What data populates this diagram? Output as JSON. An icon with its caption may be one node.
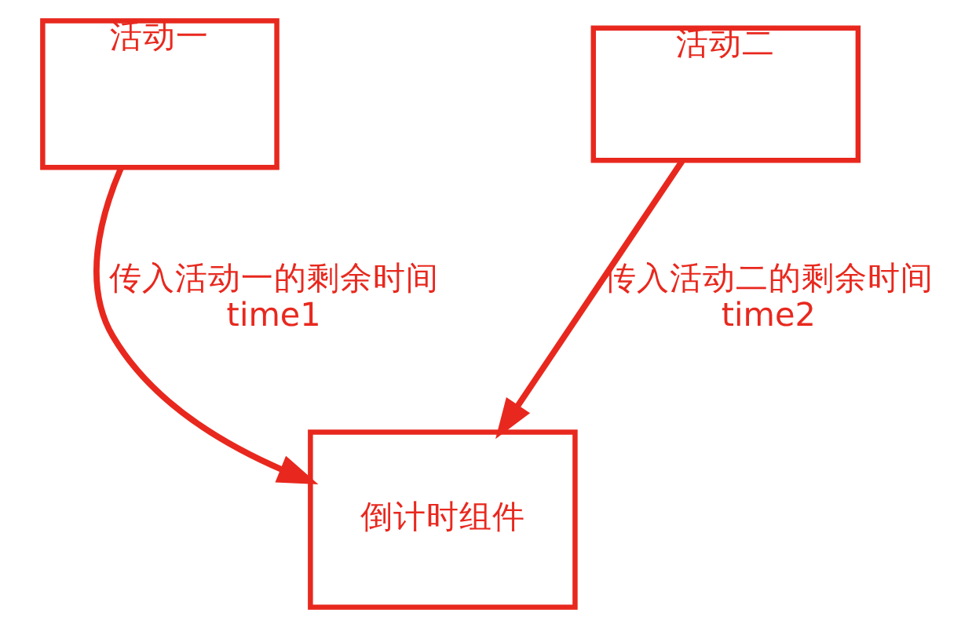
{
  "diagram": {
    "nodes": [
      {
        "text": [
          "活动一"
        ]
      },
      {
        "text": [
          "活动二"
        ]
      },
      {
        "text": [
          "倒计时组件"
        ]
      }
    ],
    "edges": [
      {
        "from": 0,
        "to": 2,
        "arrow": "to",
        "label": "传入活动一的剩余时间 time1"
      },
      {
        "from": 1,
        "to": 2,
        "arrow": "to",
        "label": "传入活动二的剩余时间 time2"
      }
    ]
  }
}
